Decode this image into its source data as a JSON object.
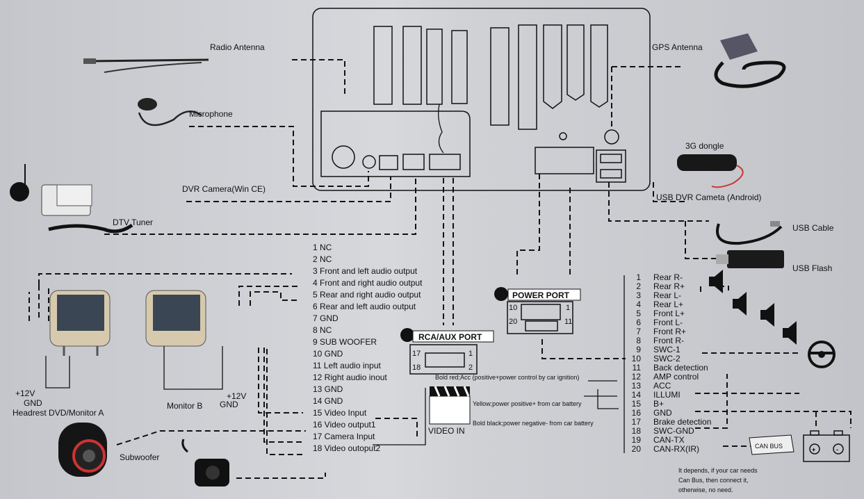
{
  "labels": {
    "radio_antenna": "Radio Antenna",
    "microphone": "Microphone",
    "dvr_camera": "DVR Camera(Win CE)",
    "dtv_tuner": "DTV Tuner",
    "gps_antenna": "GPS Antenna",
    "dongle_3g": "3G dongle",
    "usb_dvr": "USB DVR Cameta (Android)",
    "usb_cable": "USB Cable",
    "usb_flash": "USB Flash",
    "headrest": "Headrest DVD/Monitor A",
    "monitor_b": "Monitor B",
    "subwoofer": "Subwoofer",
    "plus12v_a": "+12V",
    "gnd_a": "GND",
    "plus12v_b": "+12V",
    "gnd_b": "GND",
    "video_in": "VIDEO IN",
    "can_bus": "CAN BUS"
  },
  "ports": {
    "power": "POWER PORT",
    "rca": "RCA/AUX PORT",
    "power_pin_tl": "10",
    "power_pin_tr": "1",
    "power_pin_bl": "20",
    "power_pin_br": "11",
    "rca_pin_tl": "17",
    "rca_pin_tr": "1",
    "rca_pin_bl": "18",
    "rca_pin_br": "2"
  },
  "rca_pins": [
    "1 NC",
    "2 NC",
    "3 Front and left audio output",
    "4 Front and right audio output",
    "5 Rear and right audio output",
    "6 Rear and left audio output",
    "7 GND",
    "8 NC",
    "9 SUB WOOFER",
    "10 GND",
    "11 Left audio input",
    "12 Right audio inout",
    "13 GND",
    "14 GND",
    "15 Video Input",
    "16 Video output1",
    "17 Camera Input",
    "18 Video outoput2"
  ],
  "power_pins": [
    {
      "n": "1",
      "label": "Rear R-"
    },
    {
      "n": "2",
      "label": "Rear R+"
    },
    {
      "n": "3",
      "label": "Rear L-"
    },
    {
      "n": "4",
      "label": "Rear L+"
    },
    {
      "n": "5",
      "label": "Front L+"
    },
    {
      "n": "6",
      "label": "Front L-"
    },
    {
      "n": "7",
      "label": "Front R+"
    },
    {
      "n": "8",
      "label": "Front R-"
    },
    {
      "n": "9",
      "label": "SWC-1"
    },
    {
      "n": "10",
      "label": "SWC-2"
    },
    {
      "n": "11",
      "label": "Back detection"
    },
    {
      "n": "12",
      "label": "AMP control"
    },
    {
      "n": "13",
      "label": "ACC"
    },
    {
      "n": "14",
      "label": "ILLUMI"
    },
    {
      "n": "15",
      "label": "B+"
    },
    {
      "n": "16",
      "label": "GND"
    },
    {
      "n": "17",
      "label": "Brake detection"
    },
    {
      "n": "18",
      "label": "SWC-GND"
    },
    {
      "n": "19",
      "label": "CAN-TX"
    },
    {
      "n": "20",
      "label": "CAN-RX(IR)"
    }
  ],
  "notes": {
    "bold_red": "Bold red;Acc (positive+power control by car ignition)",
    "yellow": "Yellow;power positive+ from car battery",
    "bold_black": "Bold black;power negative- from car battery",
    "canbus_1": "It depends, if your car needs",
    "canbus_2": "Can Bus, then connect it,",
    "canbus_3": "otherwise, no need."
  }
}
